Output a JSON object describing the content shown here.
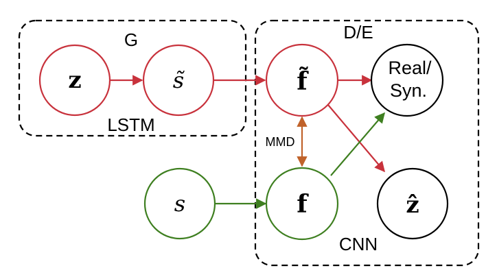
{
  "diagram": {
    "groups": [
      {
        "id": "G",
        "label": "G",
        "sublabel": "LSTM"
      },
      {
        "id": "DE",
        "label": "D/E",
        "sublabel": "CNN"
      }
    ],
    "nodes": [
      {
        "id": "z",
        "label": "z",
        "style": "bold",
        "color": "#c8323c"
      },
      {
        "id": "s_tilde",
        "label": "s̃",
        "style": "italic",
        "color": "#c8323c"
      },
      {
        "id": "f_tilde",
        "label": "f̃",
        "style": "bold",
        "color": "#c8323c"
      },
      {
        "id": "real_syn",
        "label_lines": [
          "Real/",
          "Syn."
        ],
        "style": "plain",
        "color": "#000000"
      },
      {
        "id": "s",
        "label": "s",
        "style": "italic",
        "color": "#3e7f20"
      },
      {
        "id": "f",
        "label": "f",
        "style": "bold",
        "color": "#3e7f20"
      },
      {
        "id": "z_hat",
        "label": "ẑ",
        "style": "bold",
        "color": "#000000"
      }
    ],
    "edges": [
      {
        "from": "z",
        "to": "s_tilde",
        "color": "#c8323c"
      },
      {
        "from": "s_tilde",
        "to": "f_tilde",
        "color": "#c8323c"
      },
      {
        "from": "f_tilde",
        "to": "real_syn",
        "color": "#c8323c"
      },
      {
        "from": "f_tilde",
        "to": "z_hat",
        "color": "#c8323c"
      },
      {
        "from": "s",
        "to": "f",
        "color": "#3e7f20"
      },
      {
        "from": "f",
        "to": "real_syn",
        "color": "#3e7f20"
      },
      {
        "from": "f_tilde",
        "to": "f",
        "label": "MMD",
        "bidirectional": true,
        "color": "#c0622a"
      }
    ]
  }
}
